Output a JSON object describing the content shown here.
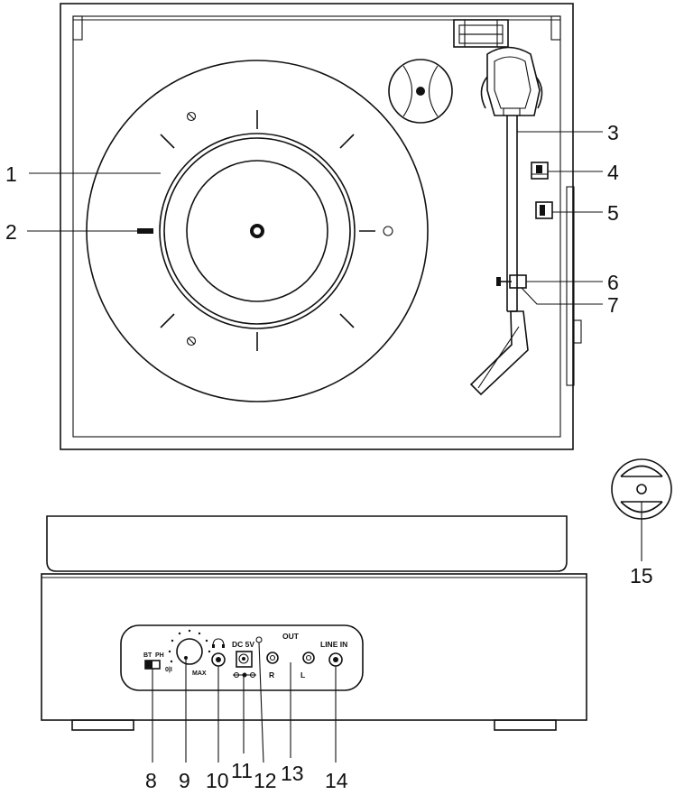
{
  "callouts": [
    {
      "id": "1",
      "label": "1"
    },
    {
      "id": "2",
      "label": "2"
    },
    {
      "id": "3",
      "label": "3"
    },
    {
      "id": "4",
      "label": "4"
    },
    {
      "id": "5",
      "label": "5"
    },
    {
      "id": "6",
      "label": "6"
    },
    {
      "id": "7",
      "label": "7"
    },
    {
      "id": "8",
      "label": "8"
    },
    {
      "id": "9",
      "label": "9"
    },
    {
      "id": "10",
      "label": "10"
    },
    {
      "id": "11",
      "label": "11"
    },
    {
      "id": "12",
      "label": "12"
    },
    {
      "id": "13",
      "label": "13"
    },
    {
      "id": "14",
      "label": "14"
    },
    {
      "id": "15",
      "label": "15"
    }
  ],
  "rear_panel": {
    "switch_label_a": "BT",
    "switch_label_b": "PH",
    "switch_label_c": "0|I",
    "volume_max": "MAX",
    "dc_label": "DC 5V",
    "out_label": "OUT",
    "out_r": "R",
    "out_l": "L",
    "line_in": "LINE IN"
  }
}
